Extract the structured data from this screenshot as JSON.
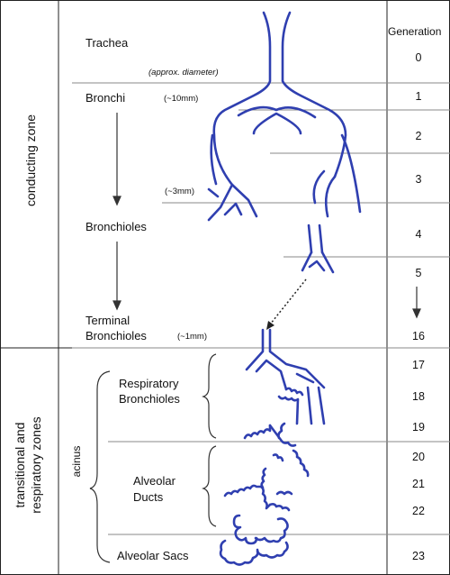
{
  "zones": {
    "conducting": "conducting zone",
    "transitional_line1": "transitional and",
    "transitional_line2": "respiratory zones",
    "acinus": "acinus"
  },
  "header": {
    "generation": "Generation",
    "approx_diameter": "(approx. diameter)"
  },
  "structures": {
    "trachea": "Trachea",
    "bronchi": "Bronchi",
    "bronchi_size": "(~10mm)",
    "small_bronchi_size": "(~3mm)",
    "bronchioles": "Bronchioles",
    "terminal_line1": "Terminal",
    "terminal_line2": "Bronchioles",
    "terminal_size": "(~1mm)",
    "resp_line1": "Respiratory",
    "resp_line2": "Bronchioles",
    "alv_ducts_line1": "Alveolar",
    "alv_ducts_line2": "Ducts",
    "alv_sacs": "Alveolar Sacs"
  },
  "generations": [
    "0",
    "1",
    "2",
    "3",
    "4",
    "5",
    "16",
    "17",
    "18",
    "19",
    "20",
    "21",
    "22",
    "23"
  ],
  "colors": {
    "airway": "#2f3fb0",
    "lines": "#888888",
    "border": "#222222"
  }
}
